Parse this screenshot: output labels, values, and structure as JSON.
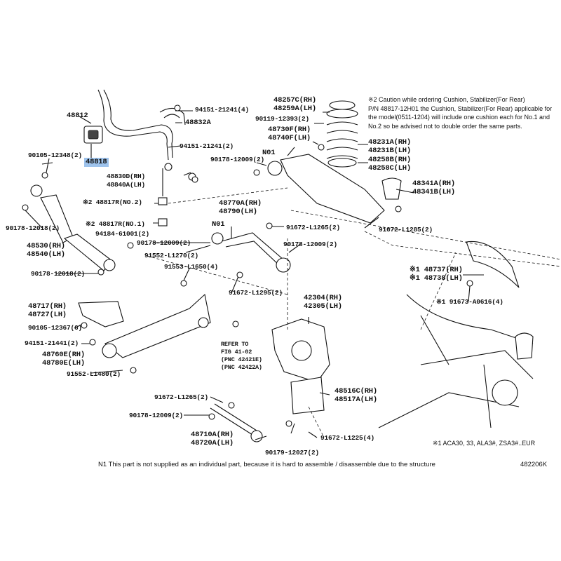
{
  "labels": {
    "l48812": "48812",
    "l48818": "48818",
    "l90105_12348": "90105-12348(2)",
    "l94151_21241_4": "94151-21241(4)",
    "l48832A": "48832A",
    "l94151_21241_2": "94151-21241(2)",
    "l48830D": "48830D(RH)",
    "l48840A": "48840A(LH)",
    "l48817R_2": "※2 48817R(NO.2)",
    "l48817R_1": "※2 48817R(NO.1)",
    "l94184": "94184-61001(2)",
    "l90178_12009_a": "90178-12009(2)",
    "l91552_L1270": "91552-L1270(2)",
    "l91553_L1650": "91553-L1650(4)",
    "l90178_12018_a": "90178-12018(2)",
    "l48530": "48530(RH)",
    "l48540": "48540(LH)",
    "l90178_12018_b": "90178-12018(2)",
    "l48717": "48717(RH)",
    "l48727": "48727(LH)",
    "l90105_12367": "90105-12367(6)",
    "l94151_21441": "94151-21441(2)",
    "l48760E": "48760E(RH)",
    "l48780E": "48780E(LH)",
    "l91552_L1480": "91552-L1480(2)",
    "l48257C": "48257C(RH)",
    "l48259A": "48259A(LH)",
    "l90119_12393": "90119-12393(2)",
    "l48730F": "48730F(RH)",
    "l48740F": "48740F(LH)",
    "lN01a": "N01",
    "l90178_12009_b": "90178-12009(2)",
    "l48231A": "48231A(RH)",
    "l48231B": "48231B(LH)",
    "l48258B": "48258B(RH)",
    "l48258C": "48258C(LH)",
    "l48341A": "48341A(RH)",
    "l48341B": "48341B(LH)",
    "l91672_L1285": "91672-L1285(2)",
    "l48770A": "48770A(RH)",
    "l48790": "48790(LH)",
    "lN01b": "N01",
    "l91672_L1265_a": "91672-L1265(2)",
    "l90178_12009_c": "90178-12009(2)",
    "l91672_L1295": "91672-L1295(2)",
    "l42304": "42304(RH)",
    "l42305": "42305(LH)",
    "l48737": "※1 48737(RH)",
    "l48738": "※1 48738(LH)",
    "l91673": "※1 91673-A0616(4)",
    "refer1": "REFER TO",
    "refer2": "FIG 41-02",
    "refer3": "(PNC 42421E)",
    "refer4": "(PNC 42422A)",
    "l48516C": "48516C(RH)",
    "l48517A": "48517A(LH)",
    "l91672_L1265_b": "91672-L1265(2)",
    "l90178_12009_d": "90178-12009(2)",
    "l48710A": "48710A(RH)",
    "l48720A": "48720A(LH)",
    "l90179_12027": "90179-12027(2)",
    "l91672_L1225": "91672-L1225(4)",
    "model_note": "※1 ACA30, 33, ALA3#, ZSA3#..EUR"
  },
  "caution": {
    "title": "※2 Caution while ordering Cushion, Stabilizer(For Rear)",
    "body": "P/N 48817-12H01 the Cushion, Stabilizer(For Rear) applicable for the model(0511-1204) will include one cushion each for No.1 and No.2 so be advised not to double order the same parts."
  },
  "footer": {
    "note": "N1  This part is not supplied as an individual part, because it is hard to assemble / disassemble due to the structure",
    "code": "482206K"
  },
  "colors": {
    "highlight": "#9ec3ec",
    "line": "#111111"
  }
}
